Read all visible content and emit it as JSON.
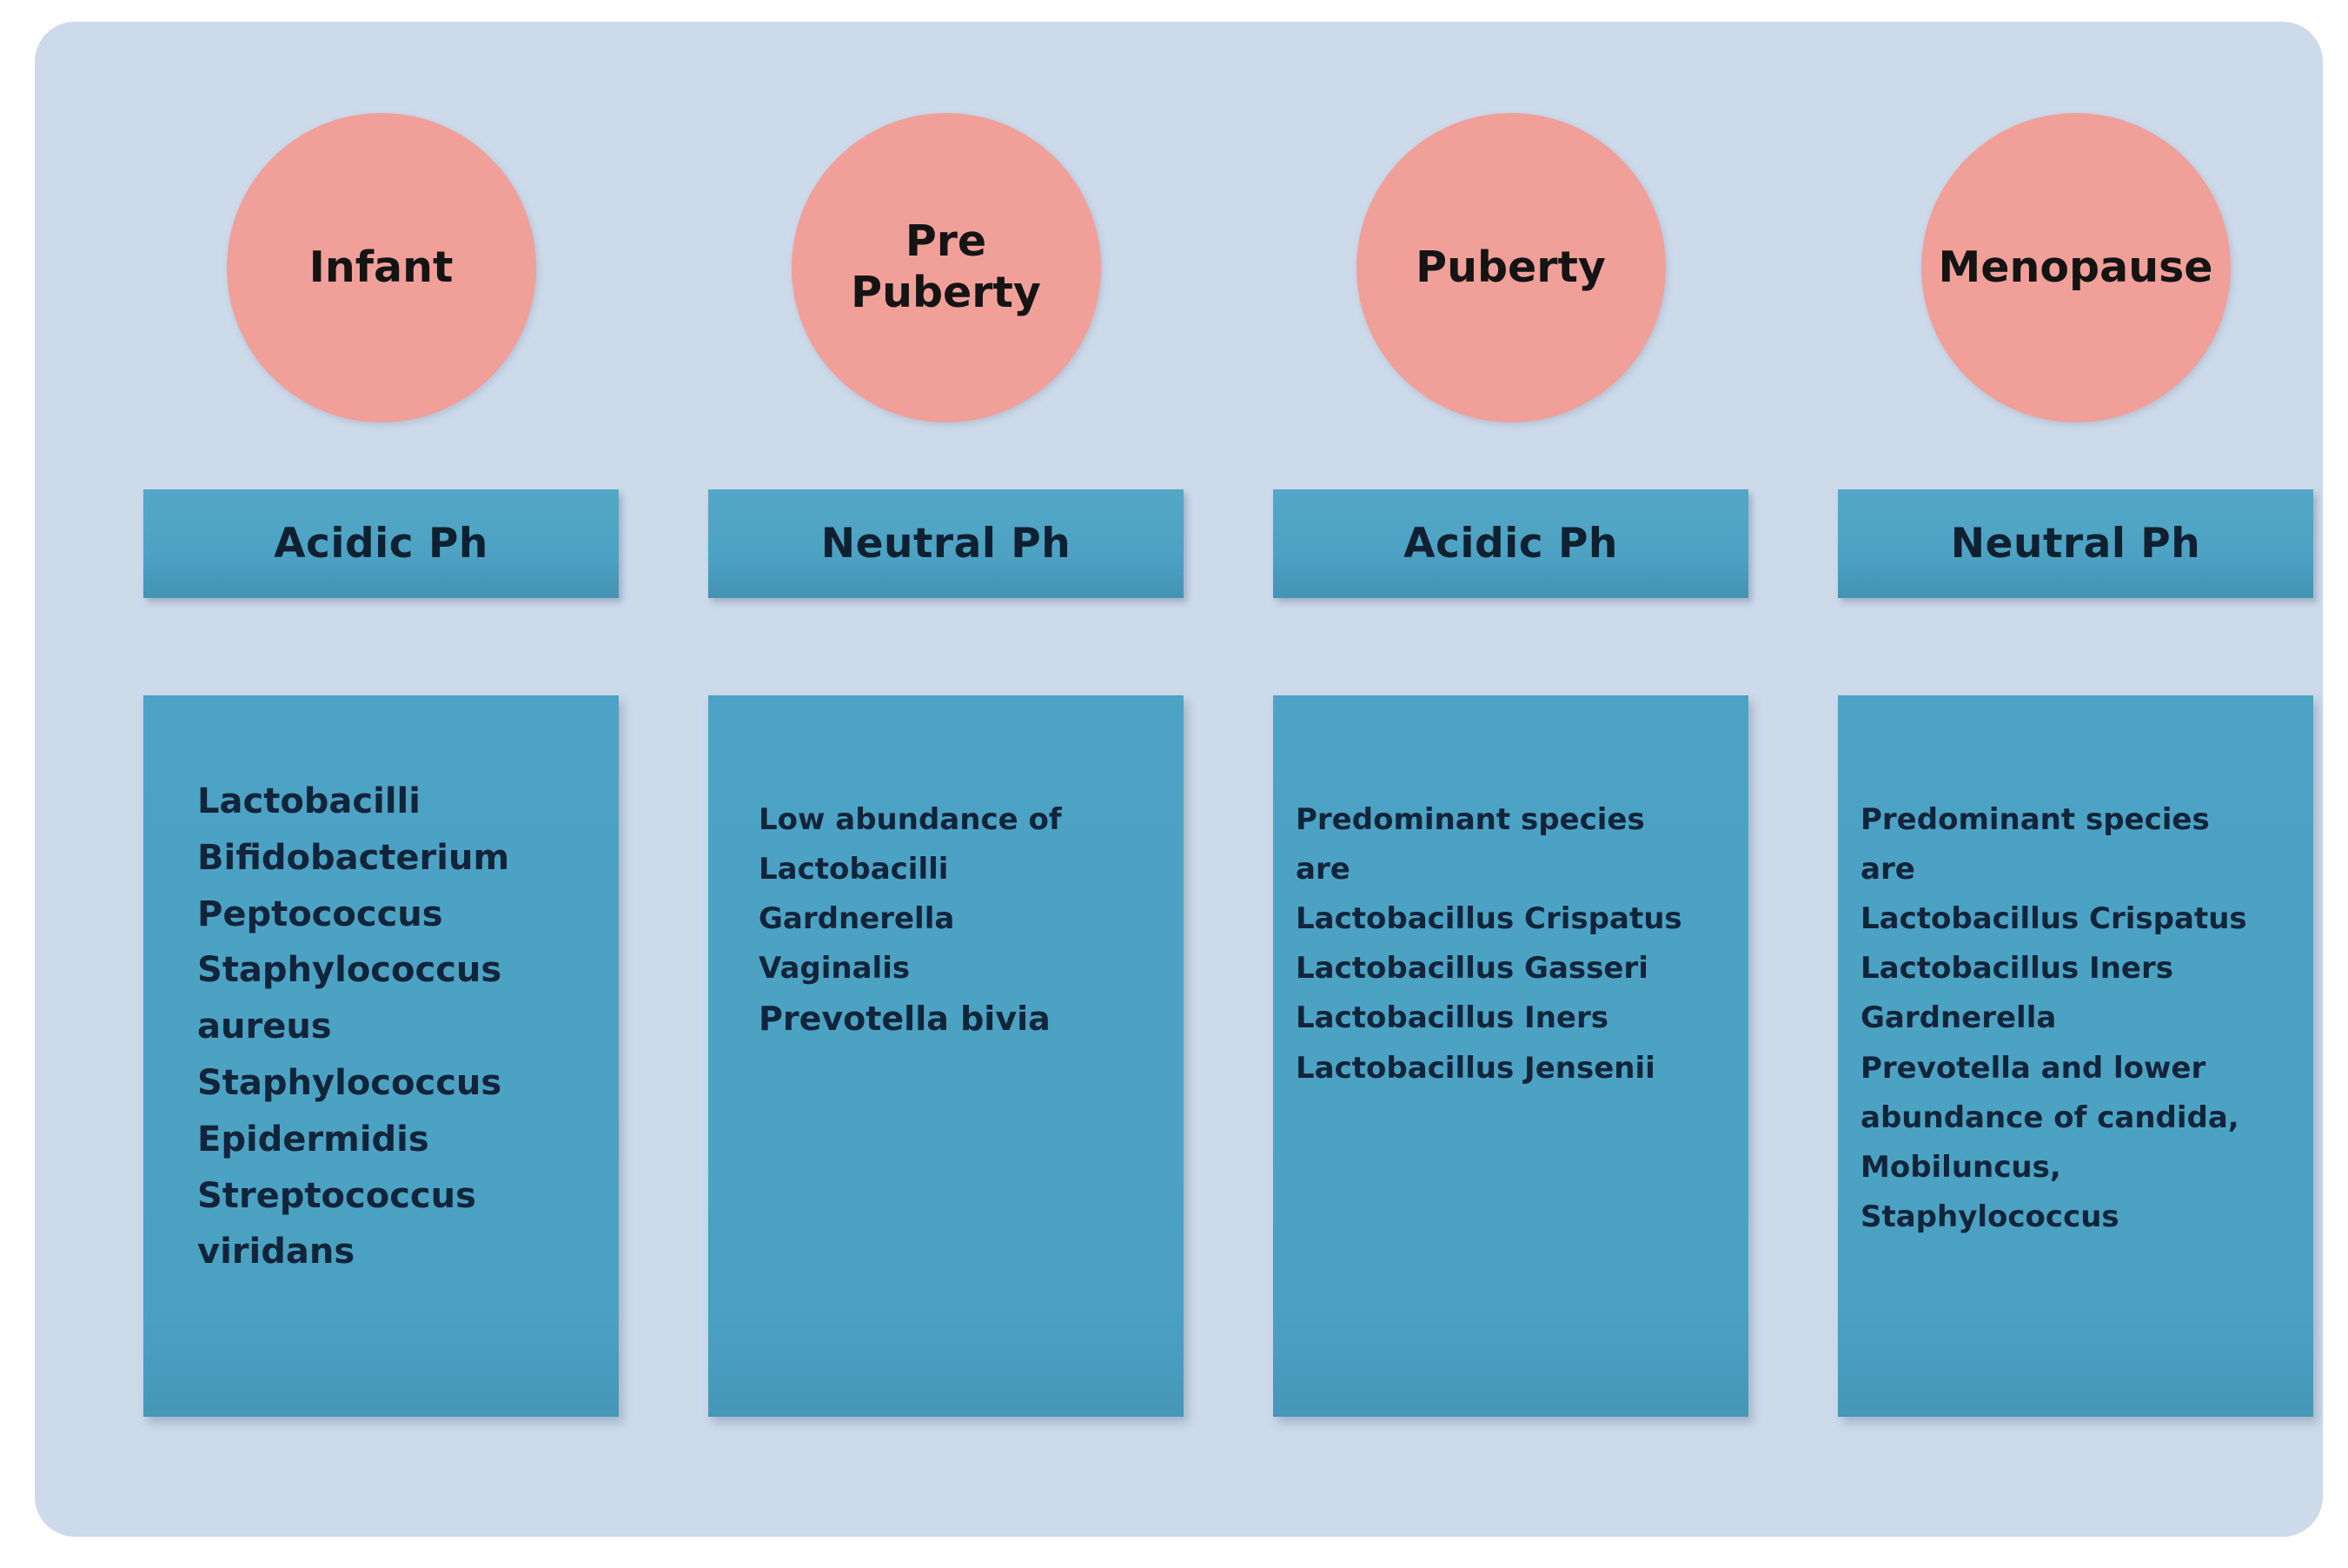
{
  "diagram": {
    "background_color": "#ffffff",
    "panel_color": "#ccdaea",
    "circle_color": "#f19f99",
    "teal_color": "#4ba1c2",
    "text_color": "#12243a"
  },
  "columns": [
    {
      "stage": "Infant",
      "ph": "Acidic Ph",
      "species": "Lactobacilli\nBifidobacterium\nPeptococcus\nStaphylococcus\naureus\nStaphylococcus\nEpidermidis\nStreptococcus\nviridans",
      "species_em": ""
    },
    {
      "stage": "Pre\nPuberty",
      "ph": "Neutral Ph",
      "species": "Low abundance of\nLactobacilli\nGardnerella\nVaginalis",
      "species_em": "Prevotella bivia"
    },
    {
      "stage": "Puberty",
      "ph": "Acidic Ph",
      "species": "Predominant species\nare\nLactobacillus Crispatus\nLactobacillus Gasseri\nLactobacillus Iners\nLactobacillus Jensenii",
      "species_em": ""
    },
    {
      "stage": "Menopause",
      "ph": "Neutral Ph",
      "species": "Predominant species\nare\nLactobacillus Crispatus\nLactobacillus Iners\nGardnerella\nPrevotella and lower\nabundance of candida,\nMobiluncus,\nStaphylococcus",
      "species_em": ""
    }
  ]
}
